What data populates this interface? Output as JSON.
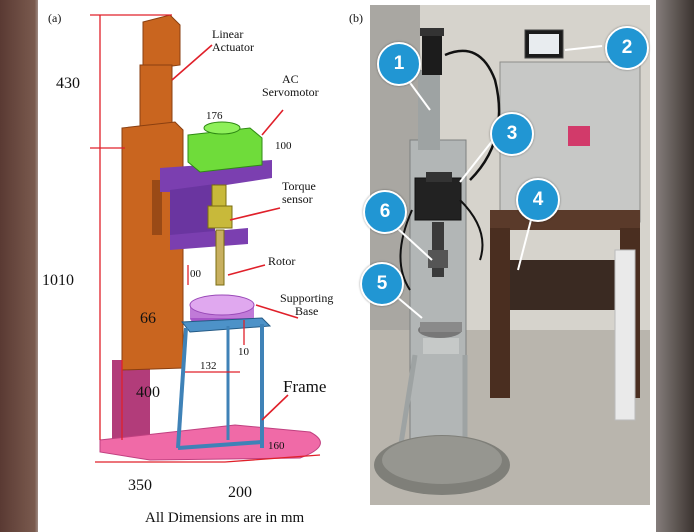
{
  "panel_a": {
    "label": "(a)",
    "callouts": {
      "linear_actuator": "Linear\nActuator",
      "ac_servomotor": "AC\nServomotor",
      "torque_sensor": "Torque\nsensor",
      "rotor": "Rotor",
      "supporting_base": "Supporting\nBase",
      "frame": "Frame"
    },
    "dimensions": {
      "d430": "430",
      "d1010": "1010",
      "d400": "400",
      "d350": "350",
      "d200": "200",
      "d176": "176",
      "d100a": "100",
      "d66": "66",
      "d10": "10",
      "d132": "132",
      "d160": "160",
      "d00": "00"
    },
    "caption": "All Dimensions are in mm"
  },
  "panel_b": {
    "label": "(b)",
    "markers": [
      "1",
      "2",
      "3",
      "4",
      "5",
      "6"
    ]
  },
  "colors": {
    "actuator": "#c9651f",
    "servomotor": "#6fdc3a",
    "bracket": "#7b3fb0",
    "frame_base": "#f06aa7",
    "stand": "#3f82b7",
    "dimension_line": "#e0202a",
    "marker": "#2196d3"
  }
}
